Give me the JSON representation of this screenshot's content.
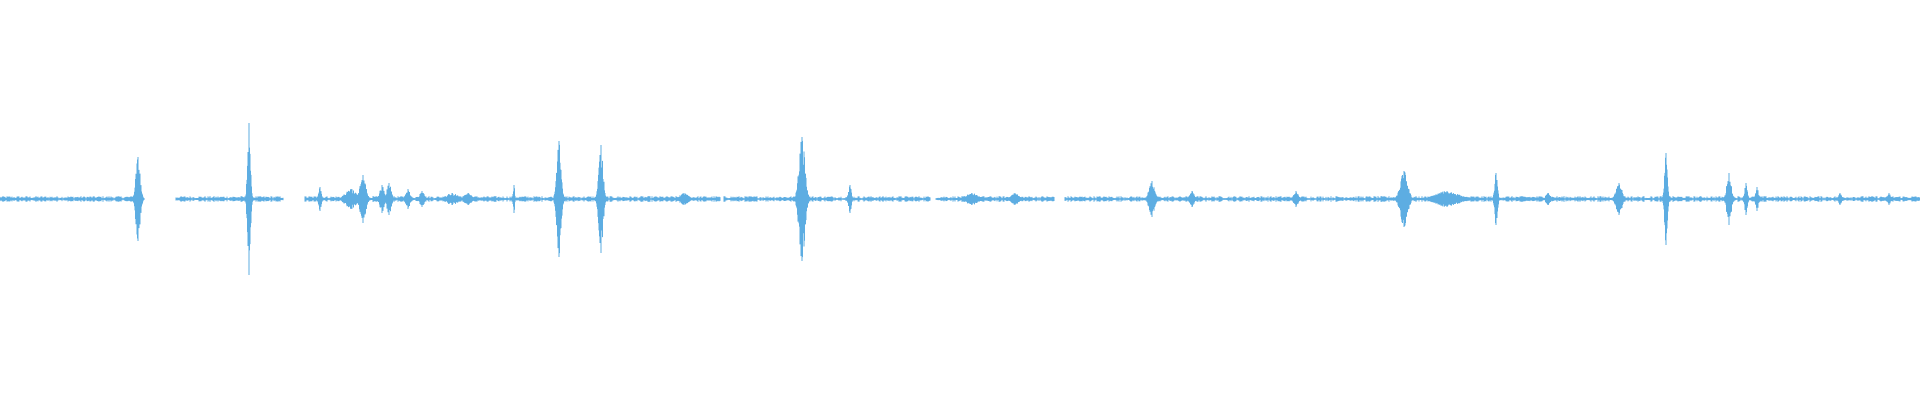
{
  "waveform": {
    "color": "#5dade2",
    "background": "#ffffff"
  },
  "chart_data": {
    "type": "waveform",
    "x_range": [
      0,
      1920
    ],
    "y_range": [
      -1,
      1
    ],
    "segments": [
      [
        0,
        140
      ],
      [
        176,
        283
      ],
      [
        305,
        720
      ],
      [
        724,
        930
      ],
      [
        936,
        1054
      ],
      [
        1065,
        1920
      ]
    ],
    "baseline_amplitude": 0.012,
    "spikes": [
      {
        "x": 138,
        "amp": 0.21,
        "w": 3
      },
      {
        "x": 249,
        "amp": 0.38,
        "w": 2
      },
      {
        "x": 320,
        "amp": 0.06,
        "w": 2
      },
      {
        "x": 351,
        "amp": 0.05,
        "w": 8
      },
      {
        "x": 363,
        "amp": 0.12,
        "w": 4
      },
      {
        "x": 382,
        "amp": 0.07,
        "w": 3
      },
      {
        "x": 389,
        "amp": 0.08,
        "w": 3
      },
      {
        "x": 408,
        "amp": 0.05,
        "w": 3
      },
      {
        "x": 422,
        "amp": 0.04,
        "w": 3
      },
      {
        "x": 452,
        "amp": 0.03,
        "w": 8
      },
      {
        "x": 468,
        "amp": 0.03,
        "w": 5
      },
      {
        "x": 514,
        "amp": 0.07,
        "w": 1
      },
      {
        "x": 559,
        "amp": 0.29,
        "w": 3
      },
      {
        "x": 601,
        "amp": 0.27,
        "w": 3
      },
      {
        "x": 684,
        "amp": 0.03,
        "w": 6
      },
      {
        "x": 802,
        "amp": 0.31,
        "w": 4
      },
      {
        "x": 850,
        "amp": 0.07,
        "w": 2
      },
      {
        "x": 972,
        "amp": 0.03,
        "w": 8
      },
      {
        "x": 1015,
        "amp": 0.03,
        "w": 5
      },
      {
        "x": 1152,
        "amp": 0.09,
        "w": 4
      },
      {
        "x": 1192,
        "amp": 0.04,
        "w": 3
      },
      {
        "x": 1296,
        "amp": 0.04,
        "w": 3
      },
      {
        "x": 1404,
        "amp": 0.14,
        "w": 5
      },
      {
        "x": 1447,
        "amp": 0.04,
        "w": 16
      },
      {
        "x": 1496,
        "amp": 0.13,
        "w": 2
      },
      {
        "x": 1548,
        "amp": 0.03,
        "w": 3
      },
      {
        "x": 1619,
        "amp": 0.08,
        "w": 4
      },
      {
        "x": 1666,
        "amp": 0.23,
        "w": 2
      },
      {
        "x": 1729,
        "amp": 0.13,
        "w": 3
      },
      {
        "x": 1746,
        "amp": 0.08,
        "w": 2
      },
      {
        "x": 1757,
        "amp": 0.06,
        "w": 2
      },
      {
        "x": 1840,
        "amp": 0.03,
        "w": 2
      },
      {
        "x": 1889,
        "amp": 0.03,
        "w": 2
      }
    ]
  }
}
